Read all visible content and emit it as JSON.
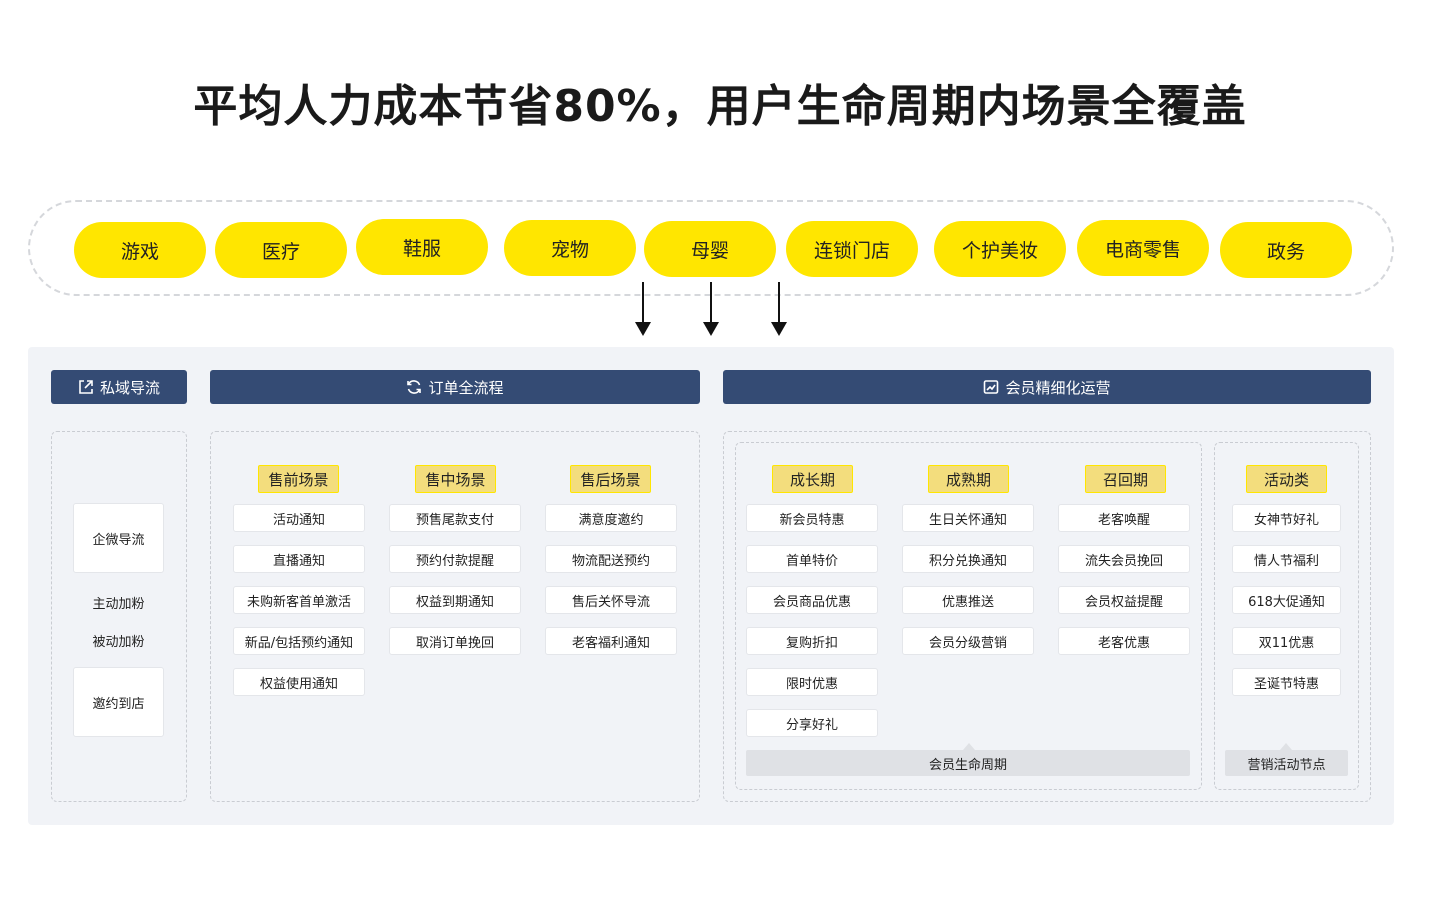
{
  "title": "平均人力成本节省80%，用户生命周期内场景全覆盖",
  "industries": [
    "游戏",
    "医疗",
    "鞋服",
    "宠物",
    "母婴",
    "连锁门店",
    "个护美妆",
    "电商零售",
    "政务"
  ],
  "sections": {
    "private": {
      "header": "私域导流",
      "icon": "share-arrow-icon",
      "items": [
        "企微导流",
        "主动加粉",
        "被动加粉",
        "邀约到店"
      ]
    },
    "order": {
      "header": "订单全流程",
      "icon": "refresh-icon",
      "columns": [
        {
          "tag": "售前场景",
          "items": [
            "活动通知",
            "直播通知",
            "未购新客首单激活",
            "新品/包括预约通知",
            "权益使用通知"
          ]
        },
        {
          "tag": "售中场景",
          "items": [
            "预售尾款支付",
            "预约付款提醒",
            "权益到期通知",
            "取消订单挽回"
          ]
        },
        {
          "tag": "售后场景",
          "items": [
            "满意度邀约",
            "物流配送预约",
            "售后关怀导流",
            "老客福利通知"
          ]
        }
      ]
    },
    "member": {
      "header": "会员精细化运营",
      "icon": "chart-icon",
      "lifecycle_label": "会员生命周期",
      "columns": [
        {
          "tag": "成长期",
          "items": [
            "新会员特惠",
            "首单特价",
            "会员商品优惠",
            "复购折扣",
            "限时优惠",
            "分享好礼"
          ]
        },
        {
          "tag": "成熟期",
          "items": [
            "生日关怀通知",
            "积分兑换通知",
            "优惠推送",
            "会员分级营销"
          ]
        },
        {
          "tag": "召回期",
          "items": [
            "老客唤醒",
            "流失会员挽回",
            "会员权益提醒",
            "老客优惠"
          ]
        }
      ],
      "activity": {
        "tag": "活动类",
        "items": [
          "女神节好礼",
          "情人节福利",
          "618大促通知",
          "双11优惠",
          "圣诞节特惠"
        ],
        "footer": "营销活动节点"
      }
    }
  }
}
